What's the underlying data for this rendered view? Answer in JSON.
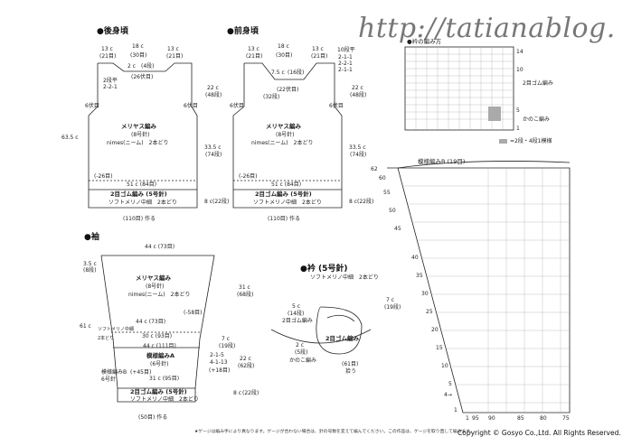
{
  "watermark": "http://tatianablog.",
  "copyright": "Copyright © Gosyo Co.,Ltd. All Rights Reserved.",
  "note": "★ゲージは編み手により異なります。ゲージが合わない場合は、針の号数を変えて編んでください。この作品は、ゲージを取り直して編みます。",
  "back": {
    "title": "●後身頃",
    "top_left": "13 c",
    "top_left2": "(21目)",
    "top_mid": "18 c",
    "top_mid2": "(30目)",
    "top_right": "13 c",
    "top_right2": "(21目)",
    "neck": "2 c",
    "neck2": "(4段)",
    "neck3": "(26伏目)",
    "shoulder": "2段平",
    "shoulder2": "2-2-1",
    "armhole_l": "6伏目",
    "armhole_r": "6伏目",
    "body_label": "メリヤス編み",
    "body_needle": "(8号針)",
    "body_yarn": "nimes(ニーム)　2本どり",
    "armhole_h": "22 c",
    "armhole_h2": "(48段)",
    "total_h": "63.5 c",
    "side_h": "33.5 c",
    "side_h2": "(74段)",
    "width_marker": "(-26目)",
    "width": "51 c (84目)",
    "rib_h": "8 c",
    "rib_h2": "(22段)",
    "rib_label": "2目ゴム編み (5号針)",
    "rib_yarn": "ソフトメリノ中細　2本どり",
    "cast_on": "(110目) 作る"
  },
  "front": {
    "title": "●前身頃",
    "top_left": "13 c",
    "top_left2": "(21目)",
    "top_mid": "18 c",
    "top_mid2": "(30目)",
    "top_right": "13 c",
    "top_right2": "(21目)",
    "neck_step": "10段平",
    "neck_step2": "2-1-1",
    "neck_step3": "2-2-1",
    "neck_step4": "2-1-1",
    "neck_depth": "7.5 c",
    "neck_depth2": "(16段)",
    "neck_bind": "(22伏目)",
    "neck_side": "(32段)",
    "armhole_l": "6伏目",
    "armhole_r": "6伏目",
    "body_label": "メリヤス編み",
    "body_needle": "(8号針)",
    "body_yarn": "nimes(ニーム)　2本どり",
    "armhole_h": "22 c",
    "armhole_h2": "(48段)",
    "side_h": "33.5 c",
    "side_h2": "(74段)",
    "width_marker": "(-26目)",
    "width": "51 c (84目)",
    "rib_h": "8 c",
    "rib_h2": "(22段)",
    "rib_label": "2目ゴム編み (5号針)",
    "rib_yarn": "ソフトメリノ中細　2本どり",
    "cast_on": "(110目) 作る"
  },
  "sleeve": {
    "title": "●袖",
    "top": "44 c (73目)",
    "cap_h": "3.5 c",
    "cap_h2": "(8段)",
    "body_label": "メリヤス編み",
    "body_needle": "(8号針)",
    "body_yarn": "nimes(ニーム)　2本どり",
    "upper_h": "31 c",
    "upper_h2": "(68段)",
    "total_h": "61 c",
    "dec": "(-58目)",
    "mid_width": "44 c (73目)",
    "side_yarn": "ソフトメリノ中細",
    "side_yarn2": "2本どり",
    "band_w": "30 c (93目)",
    "band_w2": "44 c (111目)",
    "band_h": "7 c",
    "band_h2": "(19段)",
    "pattern_label": "模様編みA",
    "pattern_needle": "(6号針)",
    "side_pattern": "模様編みB",
    "side_needle": "6号針",
    "inc_l": "(+45目)",
    "inc_r": "(+18目)",
    "lower_w": "31 c (95目)",
    "lower_h": "22 c",
    "lower_h2": "(62段)",
    "steps": "2-1-5",
    "steps2": "4-1-13",
    "rib_h": "8 c",
    "rib_h2": "(22段)",
    "rib_label": "2目ゴム編み (5号針)",
    "rib_yarn": "ソフトメリノ中細　2本どり",
    "cast_on": "(50目) 作る"
  },
  "collar": {
    "title": "●衿 (5号針)",
    "yarn": "ソフトメリノ中細　2本どり",
    "left": "5 c",
    "left2": "(14段)",
    "left3": "2目ゴム編み",
    "right": "7 c",
    "right2": "(19段)",
    "bottom": "2 c",
    "bottom2": "(5段)",
    "bottom3": "かのこ編み",
    "center": "2目ゴム編み",
    "pickup": "(61目)",
    "pickup2": "拾う"
  },
  "chart_top": {
    "title": "●衿の編み方",
    "rows": [
      "14",
      "10",
      "5",
      "1"
    ],
    "rib": "2目ゴム編み",
    "moss": "かのこ編み",
    "legend": "=2段・4段1模様"
  },
  "chart_b": {
    "title": "模様編みB (19目)",
    "row_labels": [
      "62",
      "60",
      "55",
      "50",
      "45",
      "40",
      "35",
      "30",
      "25",
      "20",
      "15",
      "10",
      "5",
      "1"
    ],
    "col_labels": [
      "1",
      "95",
      "90",
      "85",
      "80",
      "75"
    ],
    "marker": "4→"
  }
}
